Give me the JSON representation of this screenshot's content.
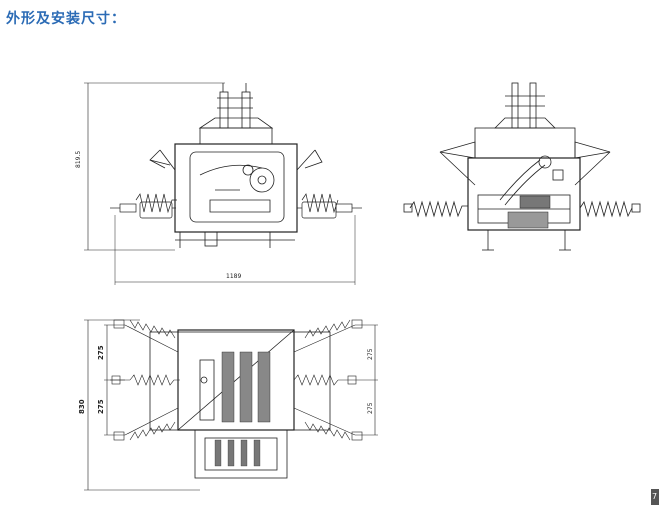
{
  "title": "外形及安装尺寸：",
  "dimensions": {
    "front_height": "819.5",
    "front_width": "1189",
    "plan_total": "830",
    "plan_left_upper": "275",
    "plan_left_lower": "275",
    "plan_right_upper": "275",
    "plan_right_lower": "275"
  },
  "page_tab": "7"
}
